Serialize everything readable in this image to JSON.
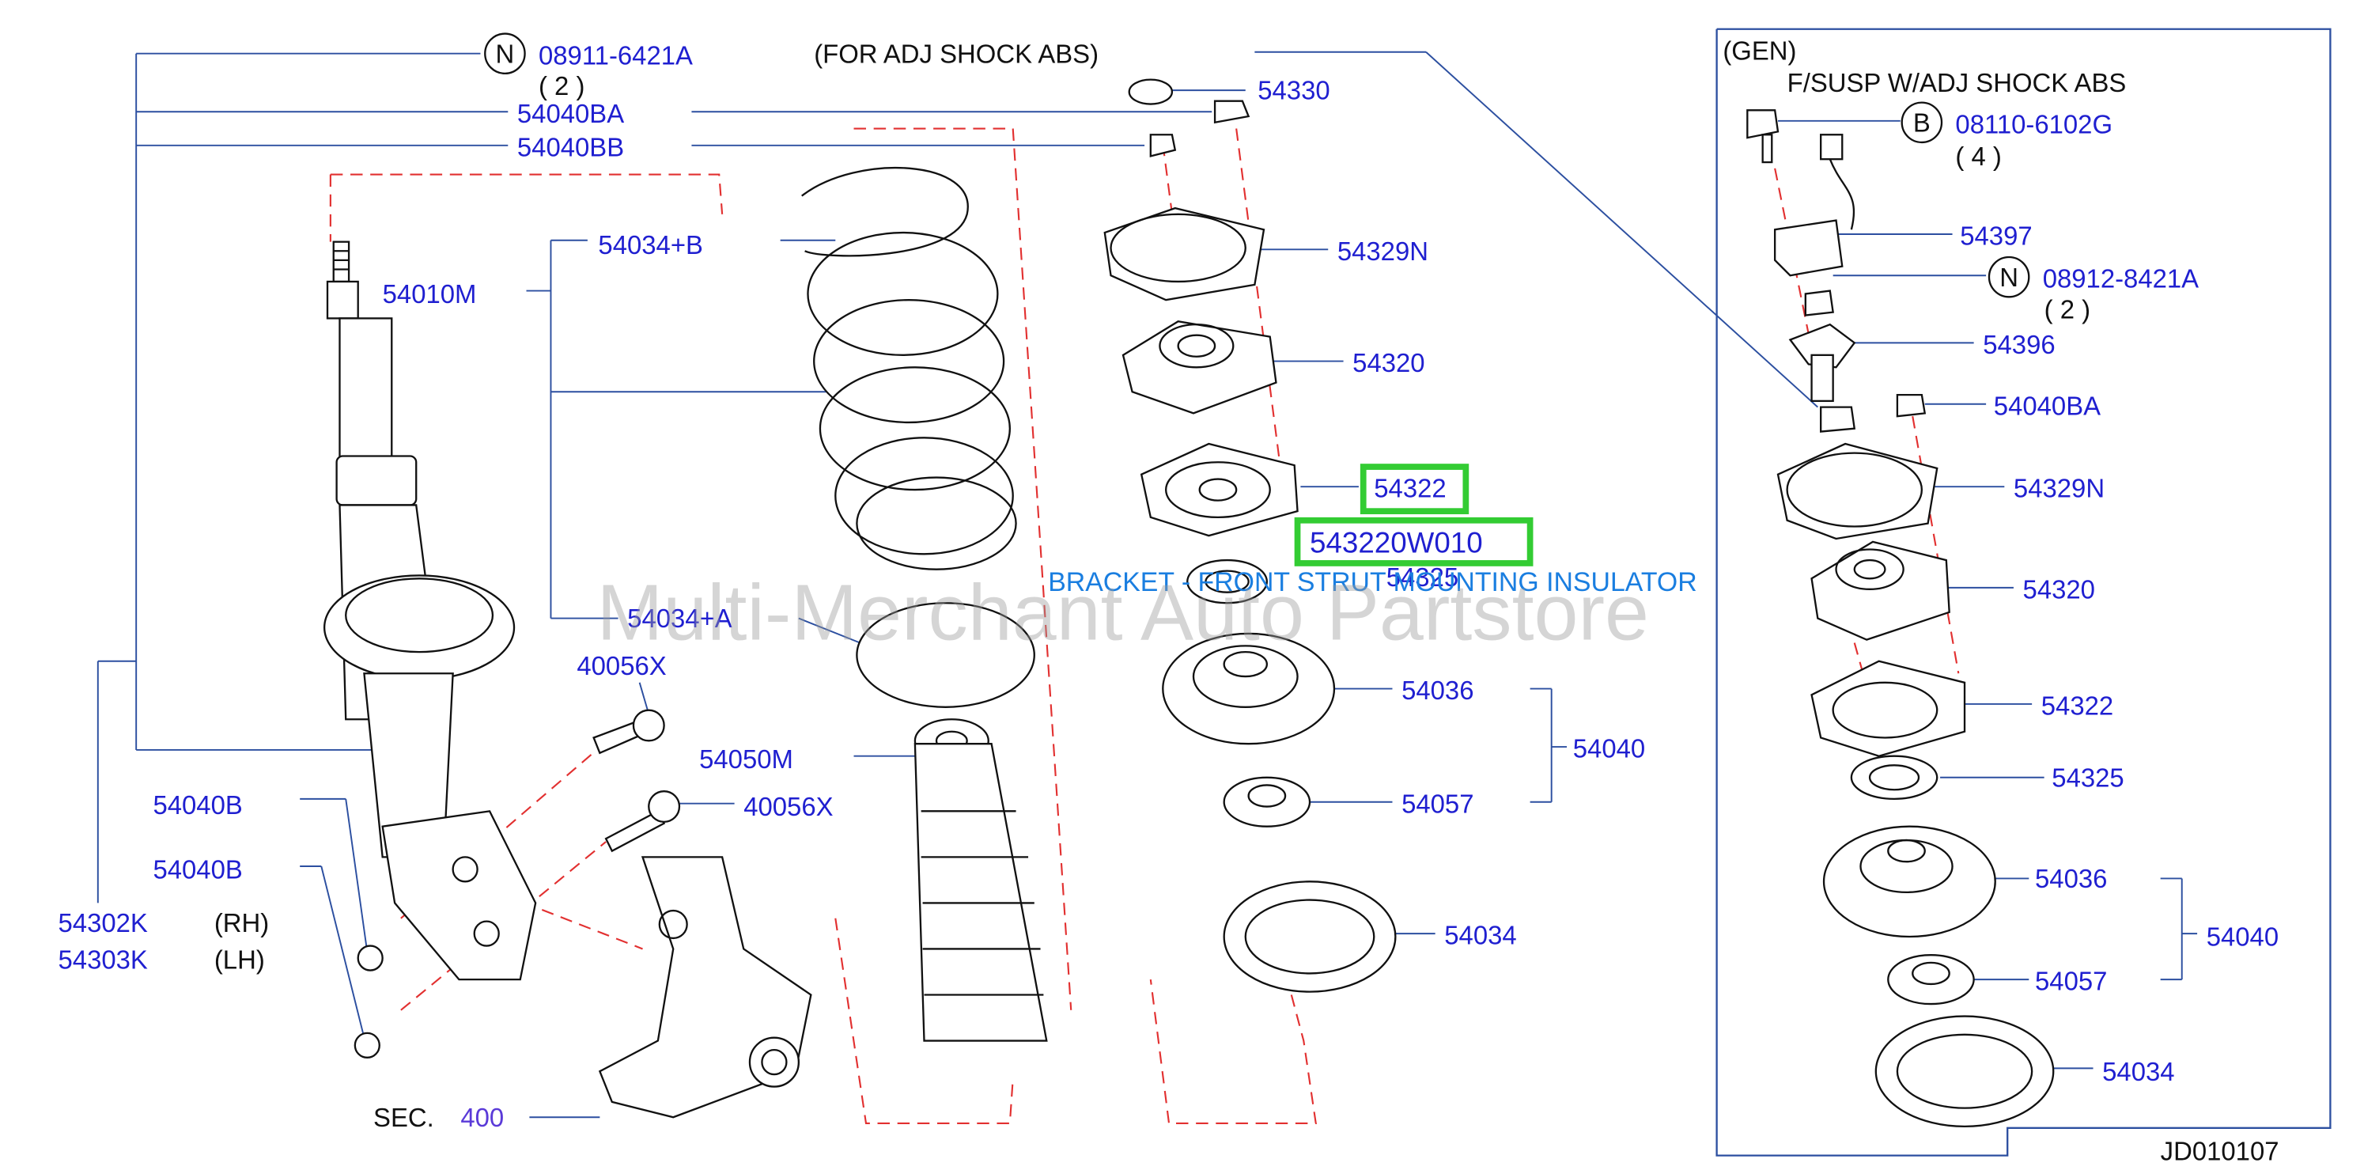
{
  "diagram": {
    "notes": {
      "adj_shock": "(FOR   ADJ   SHOCK   ABS)",
      "gen": "(GEN)",
      "gen_sub": "F/SUSP   W/ADJ   SHOCK   ABS",
      "sec_prefix": "SEC.",
      "sec_ref": "400",
      "qty_2a": "( 2 )",
      "qty_4": "( 4 )",
      "qty_2b": "( 2 )",
      "rh": "(RH)",
      "lh": "(LH)",
      "drawing_code": "JD010107"
    },
    "symbols": {
      "n": "N",
      "b": "B"
    },
    "left_parts": {
      "p08911": "08911-6421A",
      "p54040BA": "54040BA",
      "p54040BB": "54040BB",
      "p54034B": "54034+B",
      "p54010M": "54010M",
      "p54034A": "54034+A",
      "p40056X_a": "40056X",
      "p40056X_b": "40056X",
      "p54050M": "54050M",
      "p54040B_a": "54040B",
      "p54040B_b": "54040B",
      "p54302K": "54302K",
      "p54303K": "54303K"
    },
    "center_parts": {
      "p54330": "54330",
      "p54329N": "54329N",
      "p54320": "54320",
      "p54322": "54322",
      "p543220W010": "543220W010",
      "p54325": "54325",
      "p54036": "54036",
      "p54040": "54040",
      "p54057": "54057",
      "p54034": "54034"
    },
    "right_parts": {
      "p08110": "08110-6102G",
      "p54397": "54397",
      "p08912": "08912-8421A",
      "p54396": "54396",
      "p54040BA": "54040BA",
      "p54329N": "54329N",
      "p54320": "54320",
      "p54322": "54322",
      "p54325": "54325",
      "p54036": "54036",
      "p54040": "54040",
      "p54057": "54057",
      "p54034": "54034"
    },
    "highlight_description": "BRACKET - FRONT STRUT MOUNTING INSULATOR",
    "watermark": "Multi-Merchant Auto Partstore",
    "colors": {
      "part_number": "#1f1fd0",
      "highlight_box": "#33cc33",
      "dashed_guide": "#e23030",
      "leader_line": "#2c4fa0",
      "description": "#1a7ee0"
    }
  }
}
